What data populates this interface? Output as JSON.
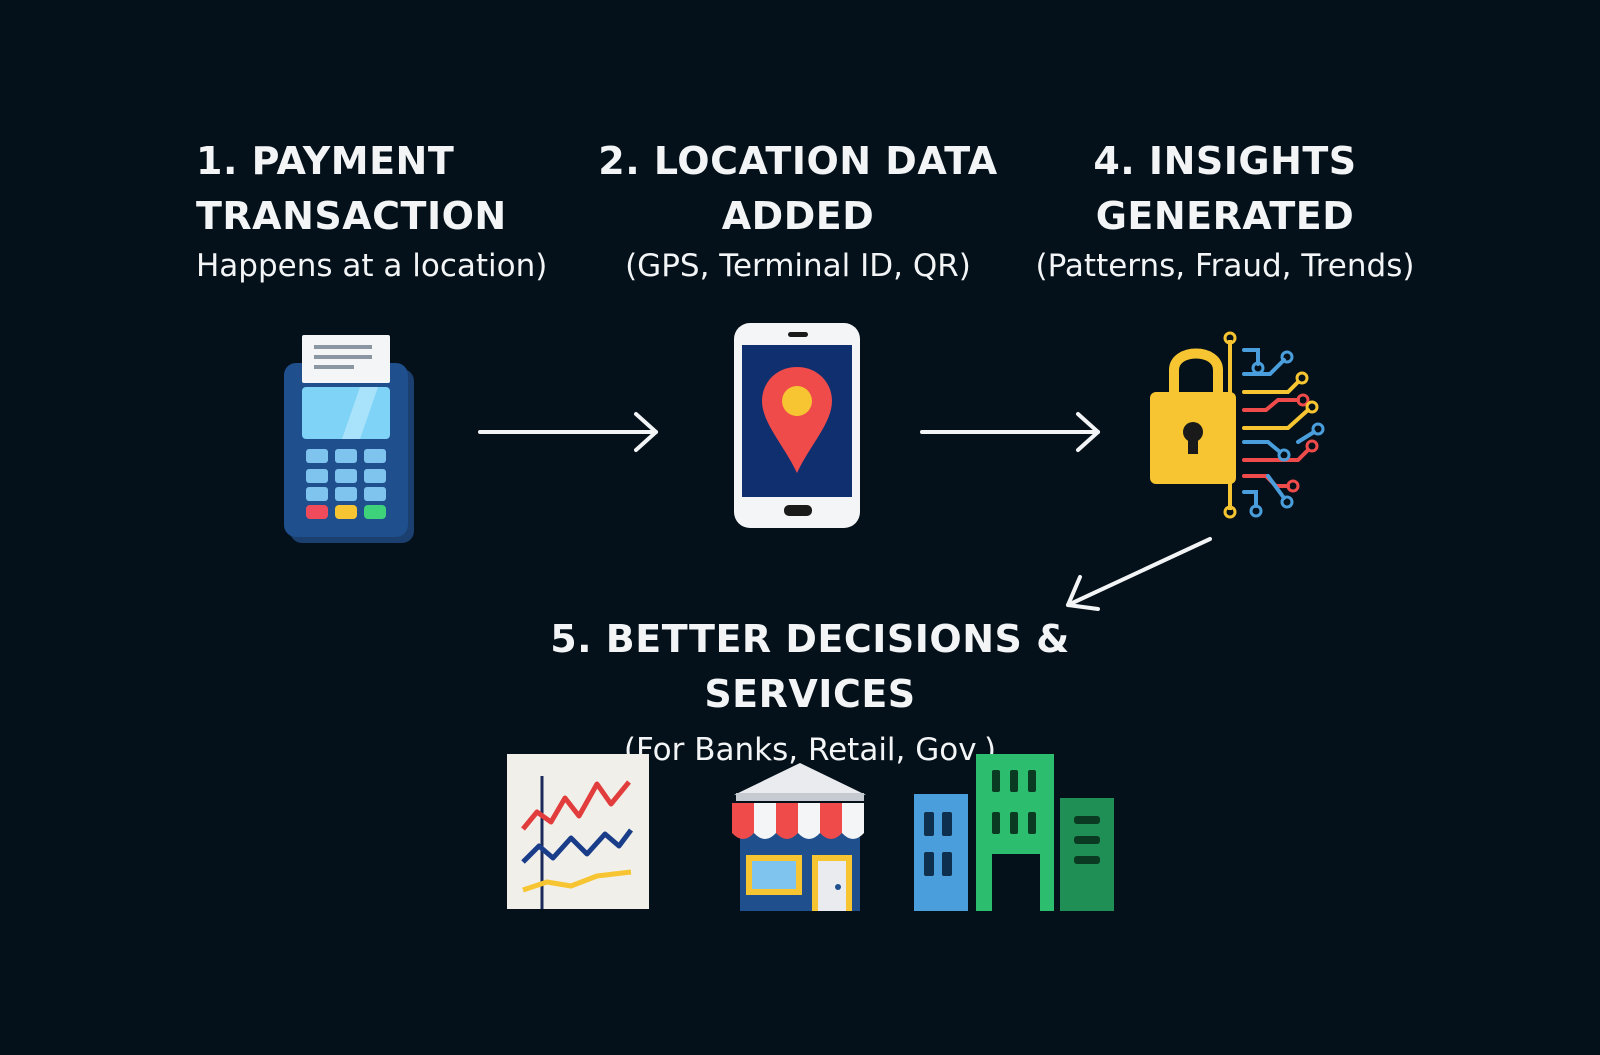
{
  "steps": [
    {
      "title": "1. PAYMENT\nTRANSACTION",
      "subtitle": "Happens at a location)",
      "icon": "payment-terminal-icon"
    },
    {
      "title": "2. LOCATION DATA\nADDED",
      "subtitle": "(GPS, Terminal ID, QR)",
      "icon": "smartphone-location-pin-icon"
    },
    {
      "title": "4. INSIGHTS\nGENERATED",
      "subtitle": "(Patterns, Fraud, Trends)",
      "icon": "lock-brain-circuit-icon"
    },
    {
      "title": "5. BETTER DECISIONS & SERVICES",
      "subtitle": "(For Banks, Retail, Gov.)",
      "icons": [
        "line-chart-icon",
        "retail-store-icon",
        "office-buildings-icon"
      ]
    }
  ],
  "colors": {
    "background": "#04111a",
    "text": "#f2f4f5",
    "terminal_blue": "#1f4f8c",
    "screen_cyan": "#7fd3f7",
    "pin_red": "#ef4b4b",
    "lock_yellow": "#f6c531",
    "building_green": "#2dbd6e",
    "building_blue": "#4a9edb"
  }
}
